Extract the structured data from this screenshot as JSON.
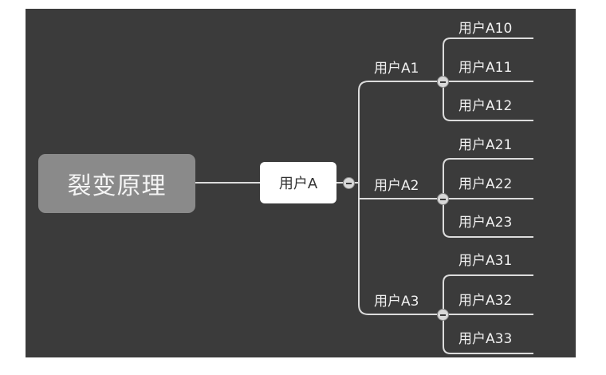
{
  "root": {
    "label": "裂变原理"
  },
  "level1": {
    "label": "用户A"
  },
  "level2": [
    {
      "label": "用户A1",
      "children": [
        "用户A10",
        "用户A11",
        "用户A12"
      ]
    },
    {
      "label": "用户A2",
      "children": [
        "用户A21",
        "用户A22",
        "用户A23"
      ]
    },
    {
      "label": "用户A3",
      "children": [
        "用户A31",
        "用户A32",
        "用户A33"
      ]
    }
  ],
  "icons": {
    "collapse": "minus-circle-icon"
  }
}
